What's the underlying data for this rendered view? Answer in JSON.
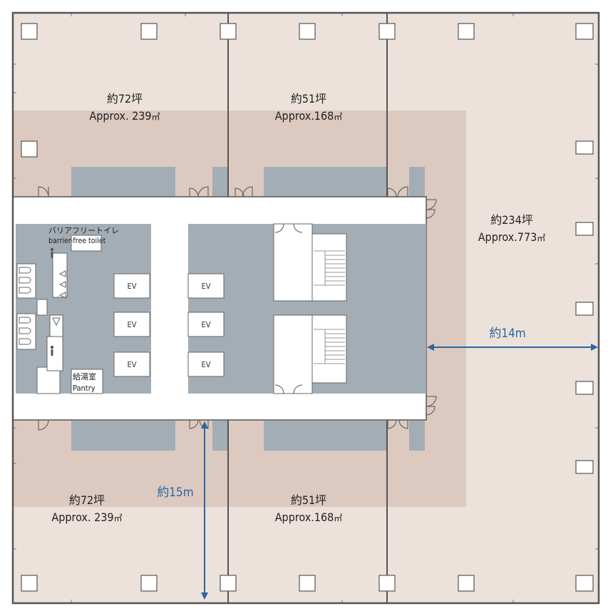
{
  "colors": {
    "outer_floor": "#ece2db",
    "inner_floor": "#dcc9c0",
    "core": "#a3adb5",
    "corridor": "#ffffff",
    "wall": "#555555",
    "dimension": "#2a66a4",
    "text": "#222222"
  },
  "areas": {
    "nw": {
      "tsubo": "約72坪",
      "sqm_prefix": "Approx. ",
      "sqm_value": "239",
      "sqm_unit": "㎡"
    },
    "n_center": {
      "tsubo": "約51坪",
      "sqm_prefix": "Approx.",
      "sqm_value": "168",
      "sqm_unit": "㎡"
    },
    "east": {
      "tsubo": "約234坪",
      "sqm_prefix": "Approx.",
      "sqm_value": "773",
      "sqm_unit": "㎡"
    },
    "sw": {
      "tsubo": "約72坪",
      "sqm_prefix": "Approx. ",
      "sqm_value": "239",
      "sqm_unit": "㎡"
    },
    "s_center": {
      "tsubo": "約51坪",
      "sqm_prefix": "Approx.",
      "sqm_value": "168",
      "sqm_unit": "㎡"
    }
  },
  "core": {
    "toilet_jp": "バリアフリートイレ",
    "toilet_en": "barrier-free toilet",
    "pantry_jp": "給湯室",
    "pantry_en": "Pantry",
    "elevator_label": "EV"
  },
  "dimensions": {
    "horizontal": "約14m",
    "vertical": "約15m"
  }
}
